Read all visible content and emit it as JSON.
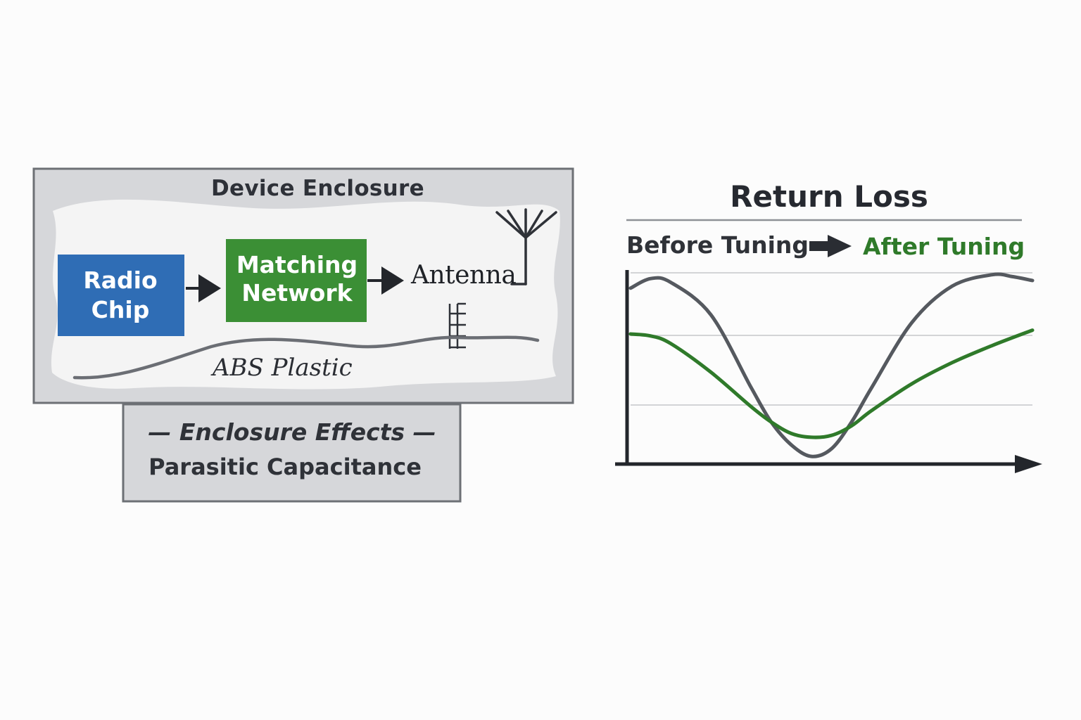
{
  "diagram": {
    "enclosure_title": "Device Enclosure",
    "radio_chip": "Radio\nChip",
    "matching_network": "Matching\nNetwork",
    "antenna": "Antenna",
    "material": "ABS Plastic",
    "effects_title": "— Enclosure Effects —",
    "effects_detail": "Parasitic Capacitance"
  },
  "colors": {
    "radio_chip": "#2f6db5",
    "matching_network": "#3b8f35",
    "before_curve": "#55595f",
    "after_curve": "#2f7a2a",
    "enclosure_fill": "#d6d7da"
  },
  "chart_data": {
    "type": "line",
    "title": "Return Loss",
    "legend": [
      "Before Tuning",
      "After Tuning"
    ],
    "legend_placement": "top",
    "xlabel": "",
    "ylabel": "",
    "grid": true,
    "series": [
      {
        "name": "Before Tuning",
        "x": [
          0,
          0.05,
          0.1,
          0.2,
          0.3,
          0.35,
          0.4,
          0.45,
          0.5,
          0.55,
          0.6,
          0.7,
          0.8,
          0.9,
          0.95,
          1
        ],
        "y": [
          0.92,
          0.97,
          0.95,
          0.78,
          0.4,
          0.22,
          0.1,
          0.04,
          0.08,
          0.22,
          0.4,
          0.74,
          0.93,
          0.99,
          0.98,
          0.96
        ]
      },
      {
        "name": "After Tuning",
        "x": [
          0,
          0.05,
          0.1,
          0.2,
          0.3,
          0.35,
          0.4,
          0.45,
          0.5,
          0.55,
          0.6,
          0.7,
          0.8,
          0.9,
          1
        ],
        "y": [
          0.68,
          0.67,
          0.63,
          0.48,
          0.3,
          0.22,
          0.16,
          0.14,
          0.15,
          0.2,
          0.28,
          0.42,
          0.53,
          0.62,
          0.7
        ]
      }
    ]
  }
}
